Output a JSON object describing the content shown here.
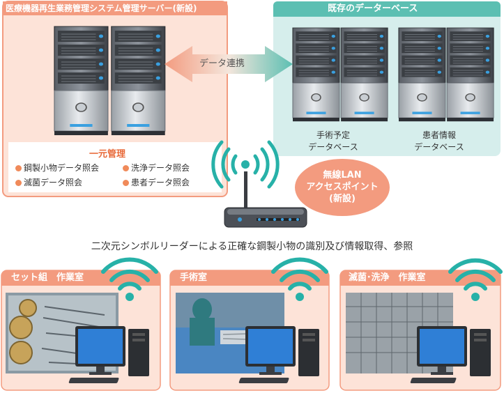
{
  "colors": {
    "salmon": "#f39b7f",
    "salmon_light": "#fde3d8",
    "teal": "#5cbfb2",
    "teal_light": "#d6eeec",
    "bullet": "#f08a5a",
    "wifi": "#27b1a8"
  },
  "new_server": {
    "title": "医療機器再生業務管理システム管理サーバー(新設)",
    "heading": "一元管理",
    "items": [
      "鋼製小物データ照会",
      "洗浄データ照会",
      "滅菌データ照会",
      "患者データ照会"
    ]
  },
  "link": {
    "label": "データ連携"
  },
  "existing_db": {
    "title": "既存のデーターベース",
    "dbs": [
      {
        "line1": "手術予定",
        "line2": "データベース"
      },
      {
        "line1": "患者情報",
        "line2": "データベース"
      }
    ]
  },
  "access_point": {
    "line1": "無線LAN",
    "line2": "アクセスポイント",
    "line3": "(新設)"
  },
  "description": "二次元シンボルリーダーによる正確な鋼製小物の識別及び情報取得、参照",
  "rooms": [
    {
      "title": "セット組　作業室"
    },
    {
      "title": "手術室"
    },
    {
      "title": "滅菌･洗浄　作業室"
    }
  ],
  "icons": [
    "server-rack-icon",
    "double-arrow-icon",
    "wifi-icon",
    "router-icon",
    "desktop-pc-icon"
  ]
}
